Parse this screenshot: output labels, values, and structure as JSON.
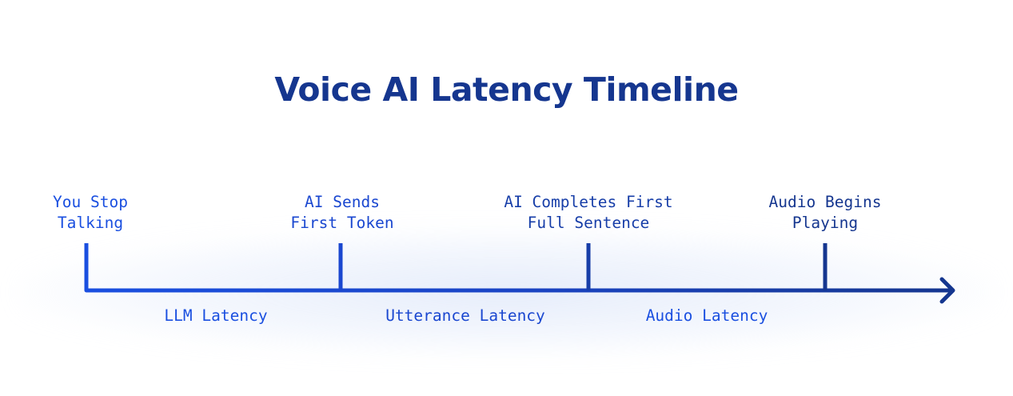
{
  "title": "Voice AI Latency Timeline",
  "milestones": [
    {
      "line1": "You Stop",
      "line2": "Talking",
      "color": "#1a4fe0"
    },
    {
      "line1": "AI Sends",
      "line2": "First Token",
      "color": "#1a47d0"
    },
    {
      "line1": "AI Completes First",
      "line2": "Full Sentence",
      "color": "#173ea8"
    },
    {
      "line1": "Audio Begins",
      "line2": "Playing",
      "color": "#15368f"
    }
  ],
  "segments": [
    {
      "label": "LLM Latency",
      "color": "#1a4fe0"
    },
    {
      "label": "Utterance Latency",
      "color": "#1a47d0"
    },
    {
      "label": "Audio Latency",
      "color": "#173ea8"
    }
  ],
  "colors": {
    "start": "#1a4fe0",
    "end": "#15368f",
    "title": "#15368f"
  }
}
